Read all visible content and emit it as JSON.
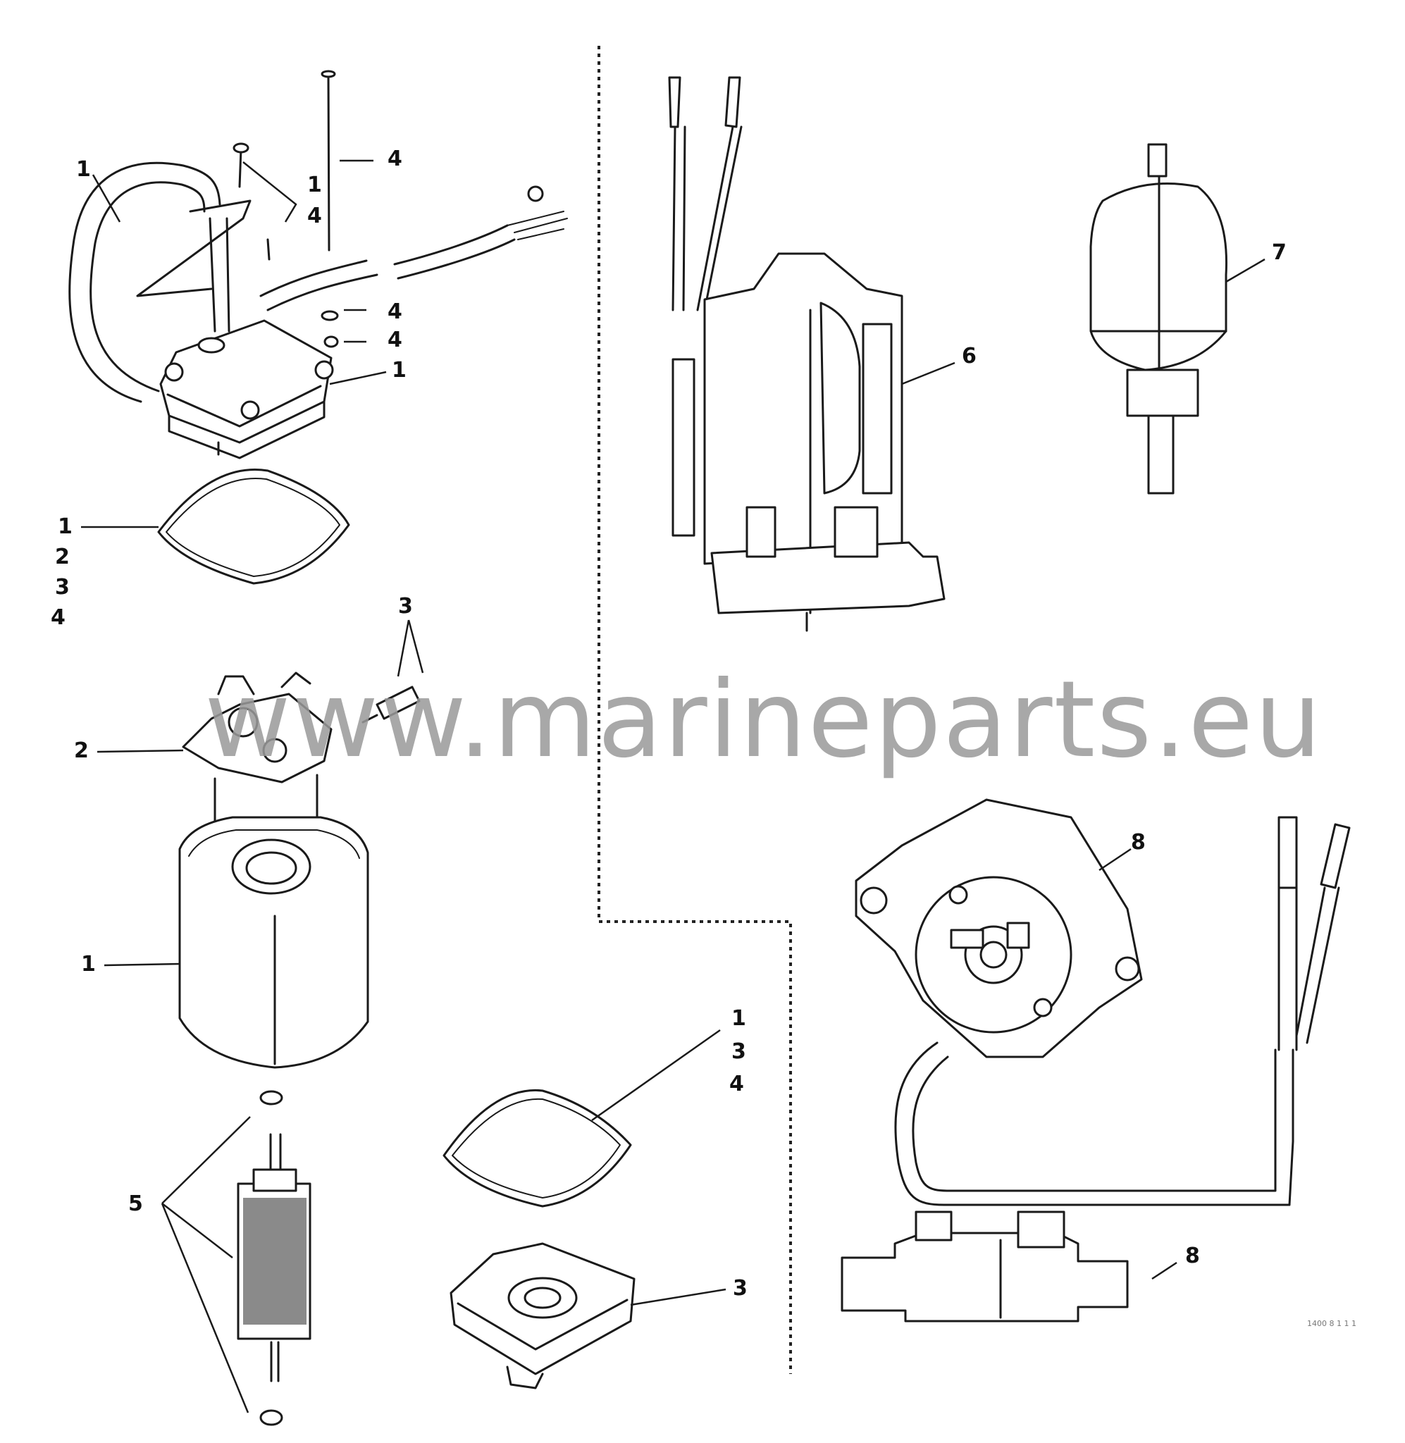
{
  "watermark": "www.marineparts.eu",
  "callouts": {
    "hose": "1",
    "screw_a": "1",
    "screw_b": "4",
    "bolt_long": "4",
    "washer_a": "4",
    "washer_b": "4",
    "cover": "1",
    "gasket_1": "1",
    "gasket_2": "2",
    "gasket_3": "3",
    "gasket_4": "4",
    "brush_screws": "3",
    "brush_plate": "2",
    "housing": "1",
    "armature": "5",
    "seal_1": "1",
    "seal_3": "3",
    "seal_4": "4",
    "end_cap": "3",
    "motor_assembly": "6",
    "reservoir": "7",
    "relay_plate": "8",
    "relay_block": "8"
  },
  "figure_code": "1400 8 1 1 1"
}
